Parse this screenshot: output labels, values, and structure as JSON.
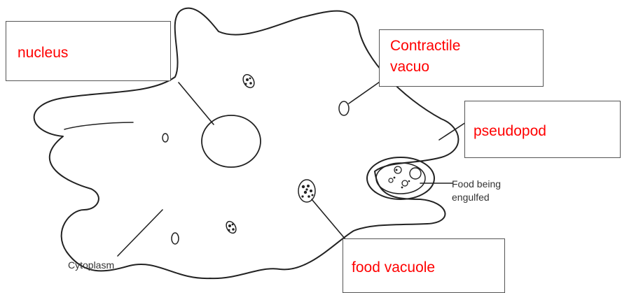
{
  "diagram": {
    "subject": "amoeba",
    "printed_labels": {
      "food_being": "Food being",
      "engulfed": "engulfed",
      "cytoplasm": "Cytoplasm"
    },
    "answer_boxes": {
      "nucleus": "nucleus",
      "contractile_line1": "Contractile",
      "contractile_line2": "vacuo",
      "pseudopod": "pseudopod",
      "food_vacuole": "food vacuole"
    }
  },
  "colors": {
    "answer_text": "#ff0000",
    "outline": "#222222",
    "box_border": "#555555"
  }
}
